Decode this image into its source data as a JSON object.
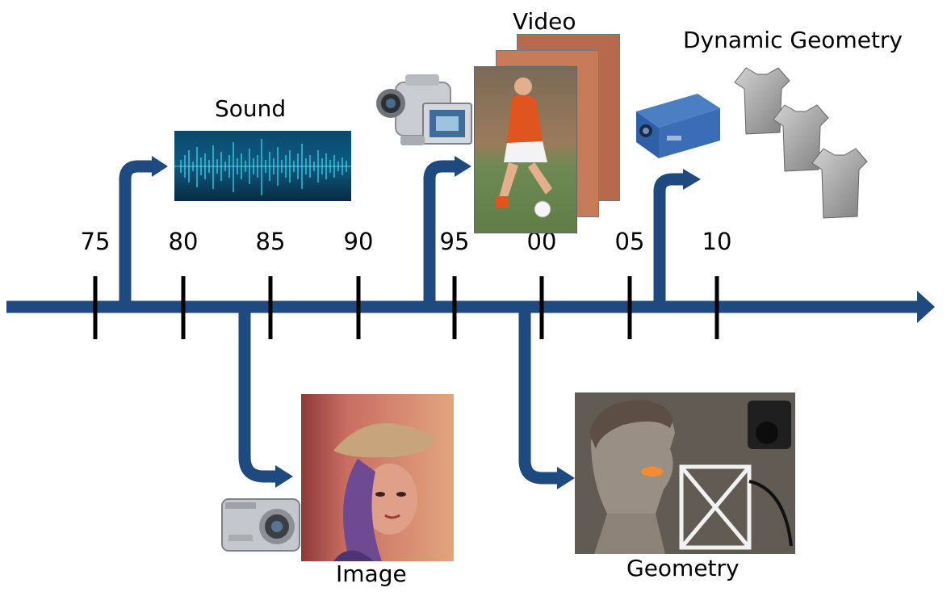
{
  "timeline": {
    "ticks": [
      "75",
      "80",
      "85",
      "90",
      "95",
      "00",
      "05",
      "10"
    ],
    "color": "#1f4a7f"
  },
  "milestones": {
    "sound": "Sound",
    "image": "Image",
    "video": "Video",
    "geometry": "Geometry",
    "dynamic_geometry": "Dynamic Geometry"
  },
  "icons": {
    "sound": "sound-waveform-icon",
    "image": "portrait-photo-icon",
    "camera": "digital-camera-icon",
    "camcorder": "camcorder-icon",
    "video": "video-frames-icon",
    "geometry": "statue-scan-icon",
    "scanner": "3d-scanner-icon",
    "shirts": "cloth-mesh-icon"
  }
}
